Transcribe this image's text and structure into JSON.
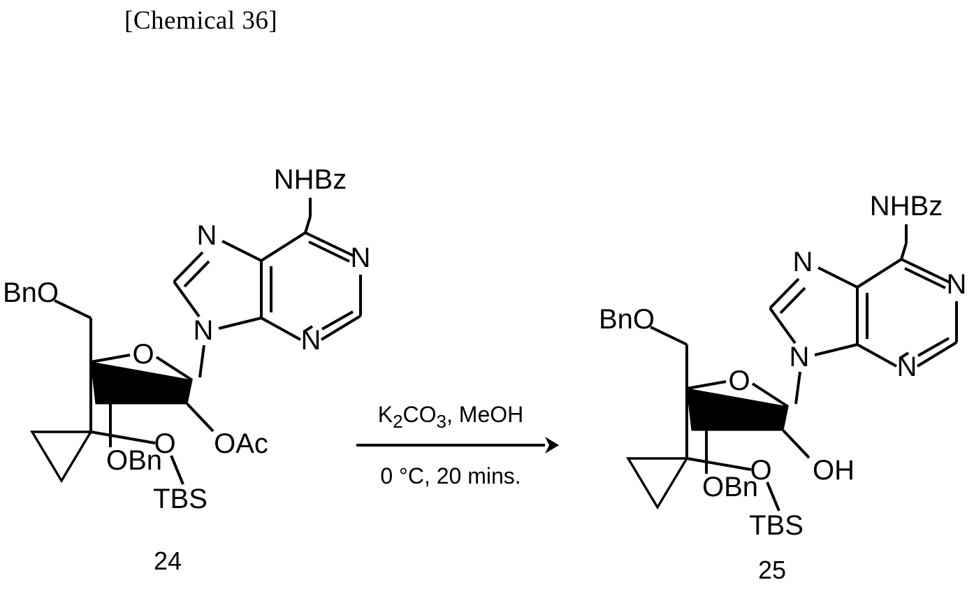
{
  "figure": {
    "title": "[Chemical 36]",
    "type": "chemical-reaction-scheme",
    "description": "Deacetylation of compound 24 to compound 25"
  },
  "reaction": {
    "arrow": "reaction-arrow-right",
    "reagents_above": "K2CO3, MeOH",
    "reagents_above_parts": {
      "pre": "K",
      "sub1": "2",
      "mid": "CO",
      "sub2": "3",
      "post": ", MeOH"
    },
    "conditions_below": "0 °C, 20 mins."
  },
  "reactant": {
    "label": "24",
    "name": "compound-24",
    "base_label": "NHBz",
    "ring_oxygen": "O",
    "nitrogens": {
      "n7": "N",
      "n1": "N",
      "n3": "N",
      "n9": "N"
    },
    "substituents": {
      "c5_obn": "BnO",
      "c3_obn": "OBn",
      "c3_otbs_o": "O",
      "c3_otbs_si": "TBS",
      "c2_oac": "OAc"
    }
  },
  "product": {
    "label": "25",
    "name": "compound-25",
    "base_label": "NHBz",
    "ring_oxygen": "O",
    "nitrogens": {
      "n7": "N",
      "n1": "N",
      "n3": "N",
      "n9": "N"
    },
    "substituents": {
      "c5_obn": "BnO",
      "c3_obn": "OBn",
      "c3_otbs_o": "O",
      "c3_otbs_si": "TBS",
      "c2_oh": "OH"
    }
  },
  "colors": {
    "ink": "#000000",
    "background": "#ffffff"
  }
}
